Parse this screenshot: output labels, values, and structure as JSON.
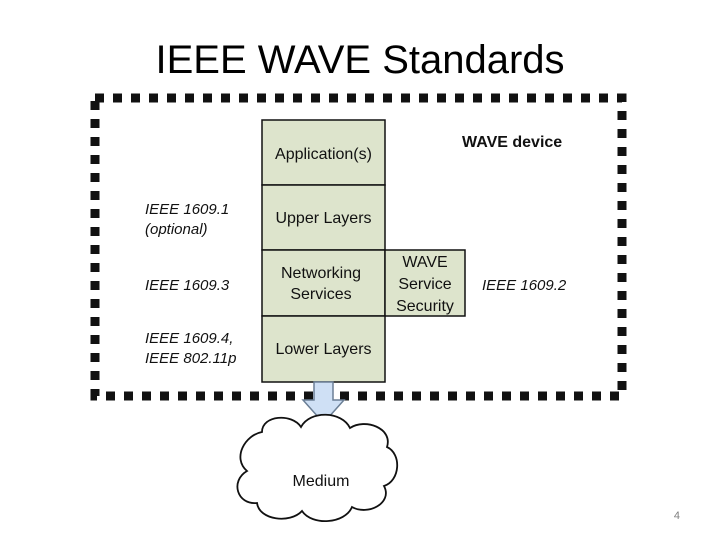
{
  "slide": {
    "title": "IEEE WAVE Standards",
    "page_number": "4"
  },
  "diagram": {
    "device_label": "WAVE device",
    "layers": {
      "application": "Application(s)",
      "upper": "Upper Layers",
      "networking": [
        "Networking",
        "Services"
      ],
      "security": [
        "WAVE",
        "Service",
        "Security"
      ],
      "lower": "Lower Layers"
    },
    "standards": {
      "s1609_1": [
        "IEEE 1609.1",
        "(optional)"
      ],
      "s1609_3": "IEEE 1609.3",
      "s1609_4": [
        "IEEE 1609.4,",
        "IEEE 802.11p"
      ],
      "s1609_2": "IEEE 1609.2"
    },
    "medium": "Medium",
    "colors": {
      "layer_fill": "#dde4cc",
      "border": "#111111"
    }
  }
}
